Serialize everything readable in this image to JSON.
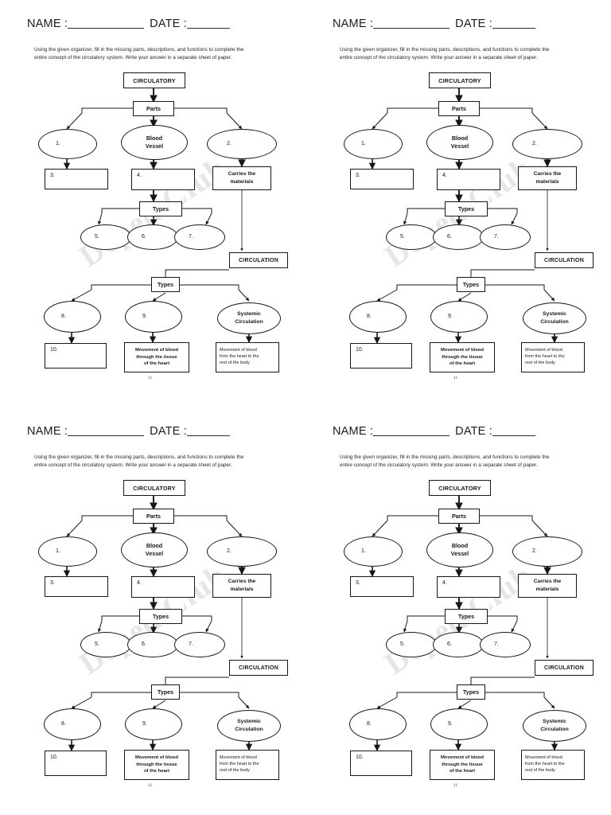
{
  "document": {
    "title": "Circulatory System Concept Map Worksheet",
    "watermark": "Deped Club",
    "page_number": "11",
    "sheets_per_page": 4,
    "background_color": "#ffffff",
    "ink_color": "#16171d"
  },
  "header": {
    "name_label": "NAME :",
    "date_label": "DATE :"
  },
  "instructions": {
    "text": "Using the given organizer, fill in the missing parts, descriptions, and functions to complete the entire concept of the circulatory system. Write your answer in a separate sheet of paper."
  },
  "diagram": {
    "nodes": {
      "circulatory": "CIRCULATORY",
      "parts": "Parts",
      "blank_1": "1.",
      "blood_vessel": "Blood\nVessel",
      "blank_2": "2.",
      "blank_3": "3.",
      "blank_4": "4.",
      "carries_materials": "Carries the\nmaterials",
      "types_1": "Types",
      "blank_5": "5.",
      "blank_6": "6.",
      "blank_7": "7.",
      "circulation": "CIRCULATION",
      "types_2": "Types",
      "blank_8": "8.",
      "blank_9": "9.",
      "systemic_circulation": "Systemic\nCirculation",
      "blank_10": "10.",
      "desc_coronary": "Movement of blood\nthrough the  tissue\nof the heart",
      "desc_systemic": "Movement of blood\nfrom the heart to the\nrest of the body"
    },
    "labels": {
      "blood_vessel_line1": "Blood",
      "blood_vessel_line2": "Vessel",
      "carries_line1": "Carries the",
      "carries_line2": "materials",
      "systemic_line1": "Systemic",
      "systemic_line2": "Circulation",
      "coronary_line1": "Movement of blood",
      "coronary_line2": "through the  tissue",
      "coronary_line3": "of the heart",
      "systemic_desc_line1": "Movement of blood",
      "systemic_desc_line2": "from the heart to the",
      "systemic_desc_line3": "rest of the body"
    }
  }
}
